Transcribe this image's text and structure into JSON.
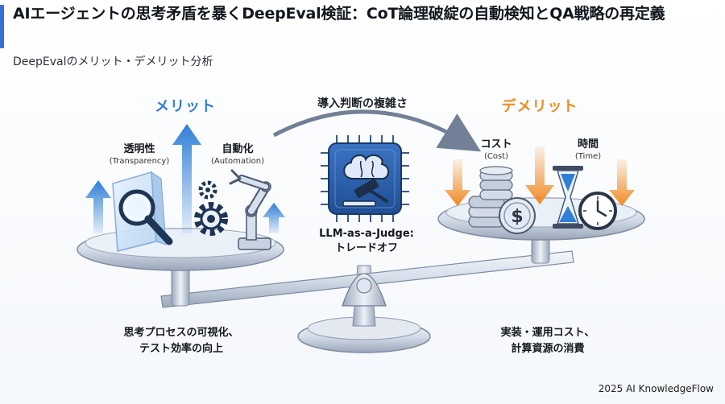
{
  "header": {
    "title": "AIエージェントの思考矛盾を暴くDeepEval検証：CoT論理破綻の自動検知とQA戦略の再定義",
    "subtitle": "DeepEvalのメリット・デメリット分析"
  },
  "merit": {
    "heading": "メリット",
    "items": [
      {
        "title": "透明性",
        "sub": "(Transparency)"
      },
      {
        "title": "自動化",
        "sub": "(Automation)"
      }
    ],
    "description_line1": "思考プロセスの可視化、",
    "description_line2": "テスト効率の向上"
  },
  "center": {
    "heading": "導入判断の複雑さ",
    "judge_line1": "LLM-as-a-Judge:",
    "judge_line2": "トレードオフ"
  },
  "demerit": {
    "heading": "デメリット",
    "items": [
      {
        "title": "コスト",
        "sub": "(Cost)"
      },
      {
        "title": "時間",
        "sub": "(Time)"
      }
    ],
    "description_line1": "実装・運用コスト、",
    "description_line2": "計算資源の消費"
  },
  "footer": {
    "credit": "2025 AI KnowledgeFlow"
  },
  "colors": {
    "merit": "#2f7fd6",
    "demerit": "#f08a24",
    "accent": "#3a6fd8",
    "chip": "#2b5fa8"
  },
  "icons": [
    "magnifier-icon",
    "gear-icon",
    "robot-arm-icon",
    "brain-chip-icon",
    "gavel-icon",
    "coin-stack-icon",
    "dollar-coin-icon",
    "hourglass-icon",
    "clock-icon"
  ]
}
